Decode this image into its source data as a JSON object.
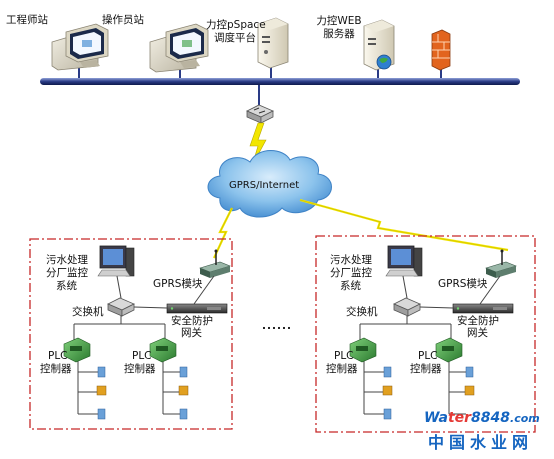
{
  "top_nodes": {
    "engineer_station": "工程师站",
    "operator_station": "操作员站",
    "pspace_platform_line1": "力控pSpace",
    "pspace_platform_line2": "调度平台",
    "web_server_line1": "力控WEB",
    "web_server_line2": "服务器"
  },
  "cloud_label": "GPRS/Internet",
  "site_left": {
    "monitor_line1": "污水处理",
    "monitor_line2": "分厂监控",
    "monitor_line3": "系统",
    "gprs_module": "GPRS模块",
    "switch": "交换机",
    "gateway_line1": "安全防护",
    "gateway_line2": "网关",
    "plc1_line1": "PLC",
    "plc1_line2": "控制器",
    "plc2_line1": "PLC",
    "plc2_line2": "控制器"
  },
  "site_right": {
    "monitor_line1": "污水处理",
    "monitor_line2": "分厂监控",
    "monitor_line3": "系统",
    "gprs_module": "GPRS模块",
    "switch": "交换机",
    "gateway_line1": "安全防护",
    "gateway_line2": "网关",
    "plc1_line1": "PLC",
    "plc1_line2": "控制器",
    "plc2_line1": "PLC",
    "plc2_line2": "控制器"
  },
  "ellipsis": "......",
  "watermark": {
    "brand_part1": "Wa",
    "brand_part2": "ter",
    "brand_part3": "8848",
    "brand_part4": ".com",
    "cn_line": "中国水业网"
  },
  "colors": {
    "bus": "#1f2f6b",
    "site_border": "#c62828",
    "lightning": "#f2e600",
    "cloud": "#5aa7e0",
    "plc": "#3a8f3a"
  }
}
